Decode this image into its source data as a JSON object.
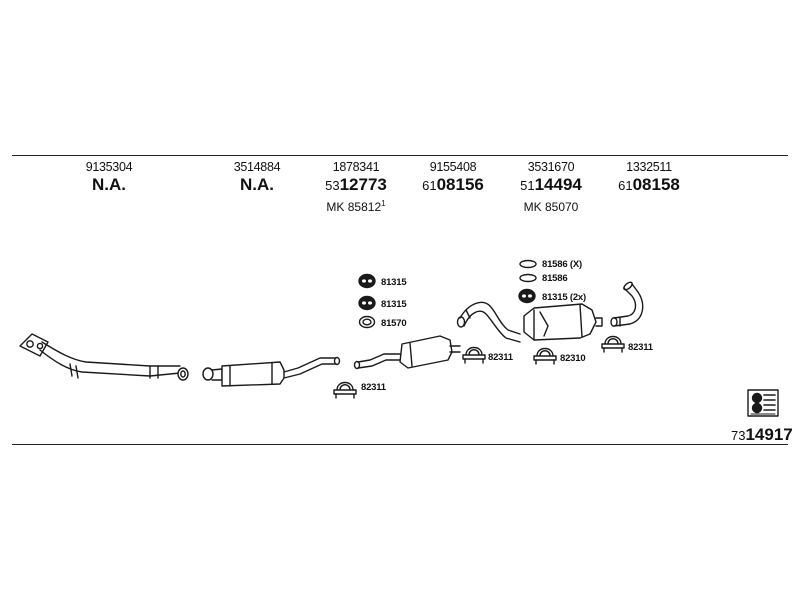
{
  "columns": [
    {
      "ref": "9135304",
      "main_prefix": "",
      "main": "N.A.",
      "sub": "",
      "sub_sup": ""
    },
    {
      "ref": "3514884",
      "main_prefix": "",
      "main": "N.A.",
      "sub": "",
      "sub_sup": ""
    },
    {
      "ref": "1878341",
      "main_prefix": "53",
      "main": "12773",
      "sub": "MK 85812",
      "sub_sup": "1"
    },
    {
      "ref": "9155408",
      "main_prefix": "61",
      "main": "08156",
      "sub": "",
      "sub_sup": ""
    },
    {
      "ref": "3531670",
      "main_prefix": "51",
      "main": "14494",
      "sub": "MK 85070",
      "sub_sup": ""
    },
    {
      "ref": "1332511",
      "main_prefix": "61",
      "main": "08158",
      "sub": "",
      "sub_sup": ""
    }
  ],
  "hardware": {
    "h1": "81315",
    "h2": "81315",
    "h3": "81570",
    "h4": "82311",
    "h5": "82311",
    "h6": "81586 (X)",
    "h7": "81586",
    "h8": "81315 (2x)",
    "h9": "82310",
    "h10": "82311"
  },
  "footer": {
    "code_prefix": "73",
    "code": "14917"
  },
  "icons": [
    "rubber-hanger-icon",
    "o-ring-icon",
    "pipe-clamp-icon",
    "manufacturer-logo-icon"
  ]
}
